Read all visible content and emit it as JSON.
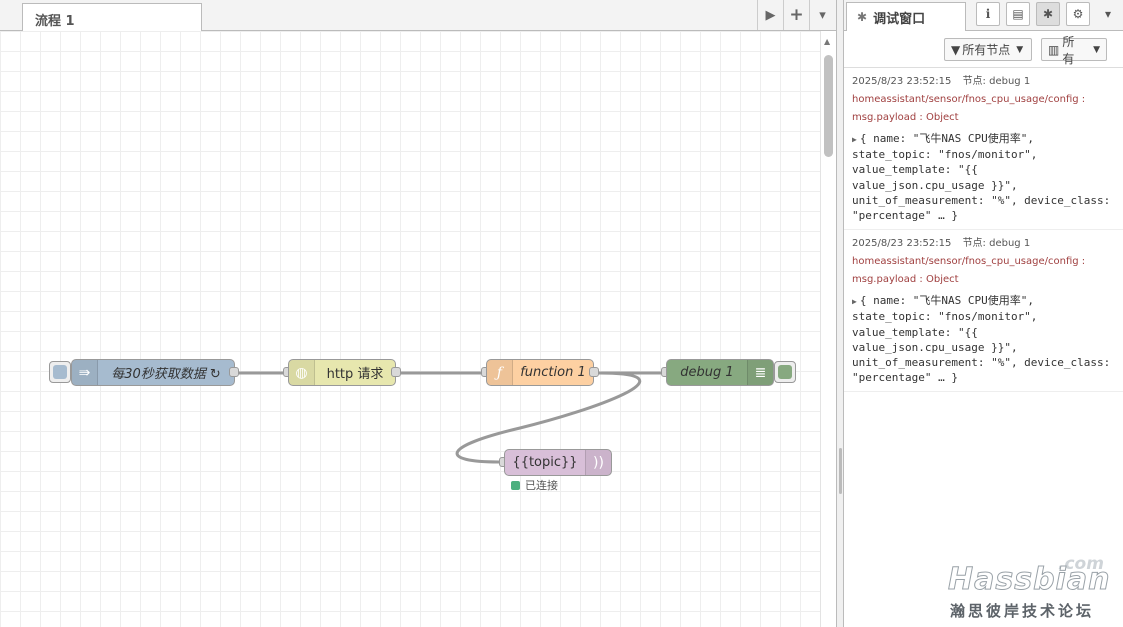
{
  "workspace": {
    "tab_label": "流程 1",
    "buttons": {
      "run": "▶",
      "add": "+",
      "menu": "▾"
    }
  },
  "flow": {
    "nodes": {
      "inject": {
        "label": "每30秒获取数据 ↻",
        "color": "#a6bbcf"
      },
      "http": {
        "label": "http 请求",
        "color": "#e7e7ae"
      },
      "function": {
        "label": "function 1",
        "color": "#fdd0a2"
      },
      "debug": {
        "label": "debug 1",
        "color": "#87a980"
      },
      "mqtt": {
        "label": "{{topic}}",
        "color": "#d8bfd8",
        "status": "已连接"
      }
    }
  },
  "sidebar": {
    "tab_label": "调试窗口",
    "filter_label": "所有节点",
    "clear_label": "所有",
    "messages": [
      {
        "time": "2025/8/23 23:52:15",
        "node": "节点: debug 1",
        "topic": "homeassistant/sensor/fnos_cpu_usage/config :",
        "payload_type": "msg.payload : Object",
        "lines": [
          "{ name: \"飞牛NAS CPU使用率\",",
          "state_topic: \"fnos/monitor\",",
          "value_template: \"{{",
          "value_json.cpu_usage }}\",",
          "unit_of_measurement: \"%\", device_class:",
          "\"percentage\" … }"
        ]
      },
      {
        "time": "2025/8/23 23:52:15",
        "node": "节点: debug 1",
        "topic": "homeassistant/sensor/fnos_cpu_usage/config :",
        "payload_type": "msg.payload : Object",
        "lines": [
          "{ name: \"飞牛NAS CPU使用率\",",
          "state_topic: \"fnos/monitor\",",
          "value_template: \"{{",
          "value_json.cpu_usage }}\",",
          "unit_of_measurement: \"%\", device_class:",
          "\"percentage\" … }"
        ]
      }
    ]
  },
  "watermark": {
    "com": ".com",
    "brand": "Hassbian",
    "cn": "瀚思彼岸技术论坛"
  }
}
